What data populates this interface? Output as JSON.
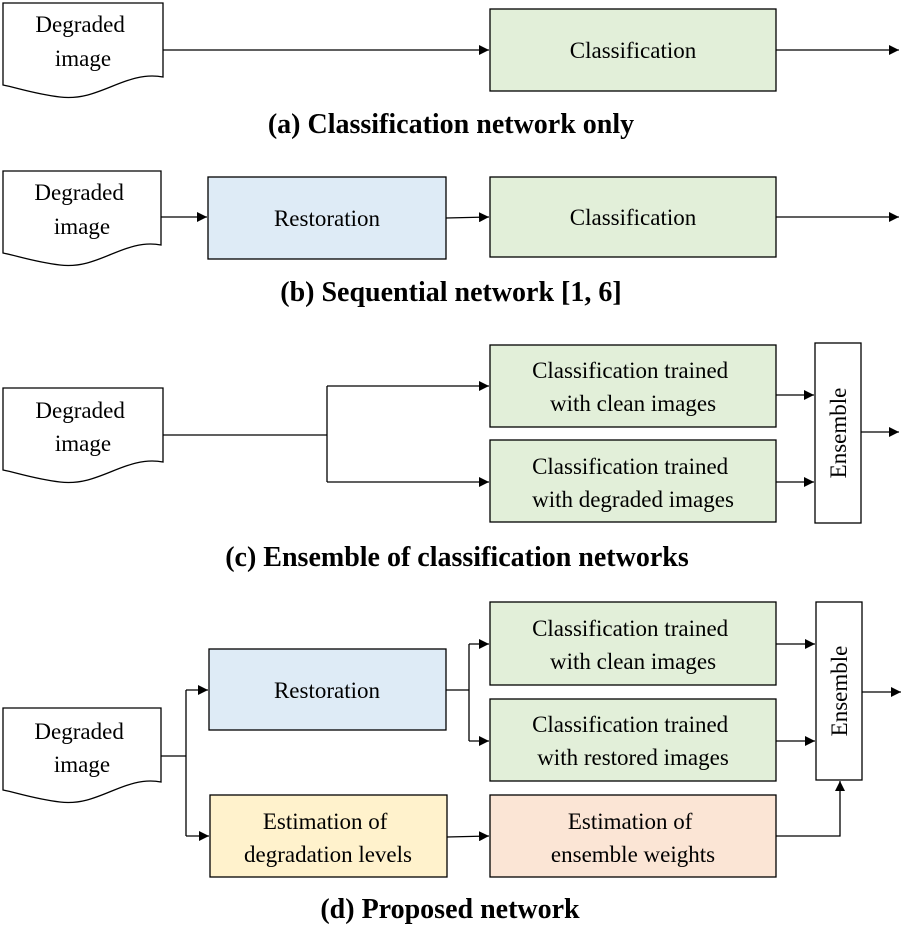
{
  "colors": {
    "classification": "#e2efd9",
    "restoration": "#deebf6",
    "estimation_degradation": "#fff2cc",
    "estimation_weights": "#fbe5d5",
    "stroke": "#000000"
  },
  "panel_a": {
    "input": [
      "Degraded",
      "image"
    ],
    "classification": "Classification",
    "caption": "(a) Classification network only"
  },
  "panel_b": {
    "input": [
      "Degraded",
      "image"
    ],
    "restoration": "Restoration",
    "classification": "Classification",
    "caption": "(b) Sequential network [1, 6]"
  },
  "panel_c": {
    "input": [
      "Degraded",
      "image"
    ],
    "cls_clean": [
      "Classification trained",
      "with clean images"
    ],
    "cls_degraded": [
      "Classification trained",
      "with degraded images"
    ],
    "ensemble": "Ensemble",
    "caption": "(c) Ensemble of classification networks"
  },
  "panel_d": {
    "input": [
      "Degraded",
      "image"
    ],
    "restoration": "Restoration",
    "cls_clean": [
      "Classification trained",
      "with clean images"
    ],
    "cls_restored": [
      "Classification trained",
      "with restored images"
    ],
    "est_levels": [
      "Estimation of",
      "degradation levels"
    ],
    "est_weights": [
      "Estimation of",
      "ensemble weights"
    ],
    "ensemble": "Ensemble",
    "caption": "(d) Proposed network"
  }
}
